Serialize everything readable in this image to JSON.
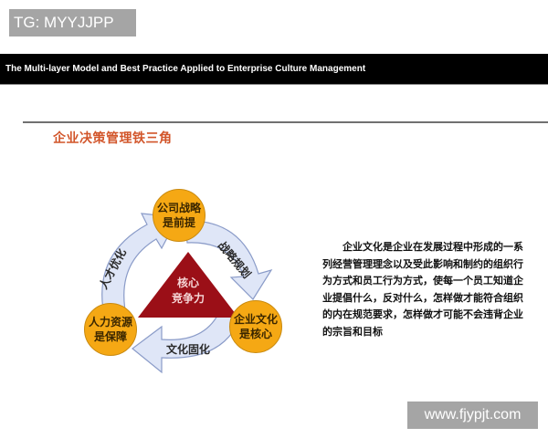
{
  "watermark_top": "TG: MYYJJPP",
  "banner": {
    "title": "The Multi-layer Model and Best Practice Applied to Enterprise Culture Management"
  },
  "section": {
    "title": "企业决策管理铁三角"
  },
  "diagram": {
    "core": {
      "line1": "核心",
      "line2": "竞争力",
      "color": "#9b0f17"
    },
    "nodes": [
      {
        "line1": "公司战略",
        "line2": "是前提"
      },
      {
        "line1": "企业文化",
        "line2": "是核心"
      },
      {
        "line1": "人力资源",
        "line2": "是保障"
      }
    ],
    "arrows": [
      {
        "label": "战略规划"
      },
      {
        "label": "文化固化"
      },
      {
        "label": "人才优化"
      }
    ],
    "colors": {
      "node": "#f5a814",
      "arrow": "#dfe6f7",
      "arrow_border": "#8a9bc8"
    }
  },
  "description": "企业文化是企业在发展过程中形成的一系列经营管理理念以及受此影响和制约的组织行为方式和员工行为方式，使每一个员工知道企业提倡什么，反对什么，怎样做才能符合组织的内在规范要求，怎样做才可能不会违背企业的宗旨和目标",
  "watermark_bottom": "www.fjypjt.com"
}
